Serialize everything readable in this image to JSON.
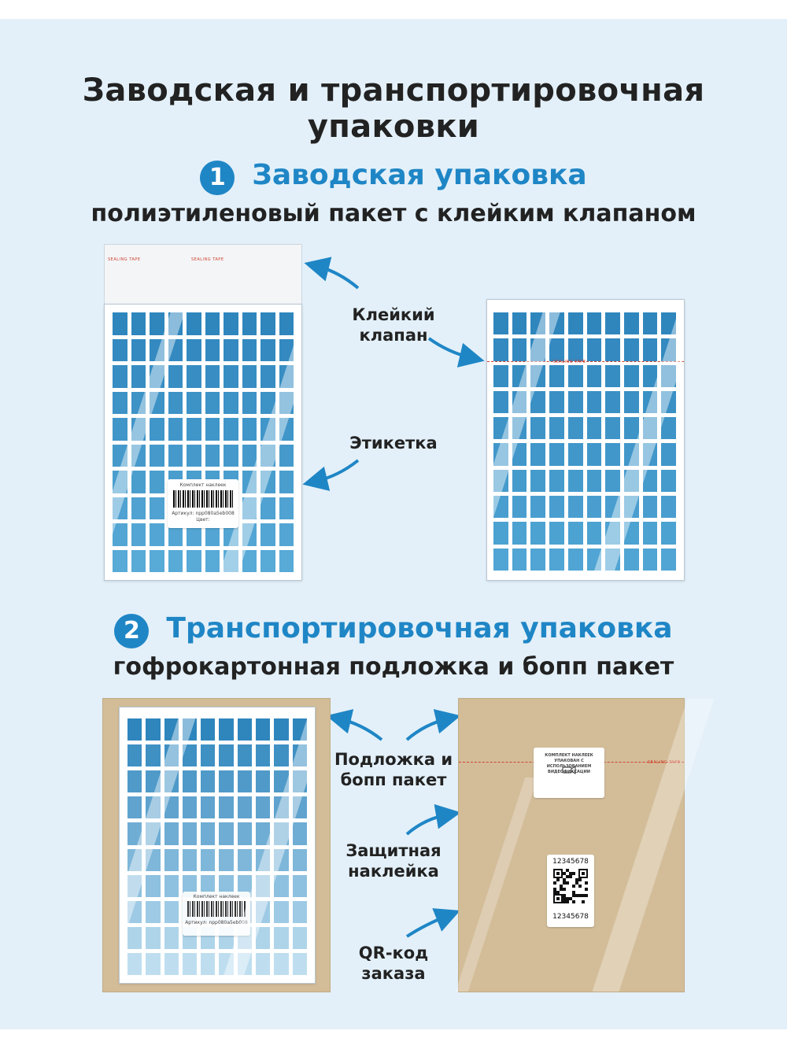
{
  "page": {
    "title_line1": "Заводская и транспортировочная",
    "title_line2": "упаковки"
  },
  "section1": {
    "number": "1",
    "title": "Заводская упаковка",
    "subtitle": "полиэтиленовый пакет с клейким клапаном",
    "labels": {
      "flap": "Клейкий клапан",
      "sticker": "Этикетка"
    },
    "tape_text": "SEALING TAPE",
    "label_title": "Комплект наклеек",
    "label_article": "Артикул: npp080a5eb008",
    "label_color": "Цвет:"
  },
  "section2": {
    "number": "2",
    "title": "Транспортировочная упаковка",
    "subtitle": "гофрокартонная подложка и бопп пакет",
    "labels": {
      "backing_line1": "Подложка и",
      "backing_line2": "бопп пакет",
      "seal_line1": "Защитная",
      "seal_line2": "наклейка",
      "qr_line1": "QR-код",
      "qr_line2": "заказа"
    },
    "seal_text": "КОМПЛЕКТ НАКЛЕЕК УПАКОВАН С ИСПОЛЬЗОВАНИЕМ ВИДЕОФИКСАЦИИ",
    "order_number": "12345678"
  },
  "colors": {
    "accent": "#1f86c6",
    "background": "#e3f0f9",
    "sticker_blue": "#2f86bd",
    "kraft": "#d3bd99"
  }
}
